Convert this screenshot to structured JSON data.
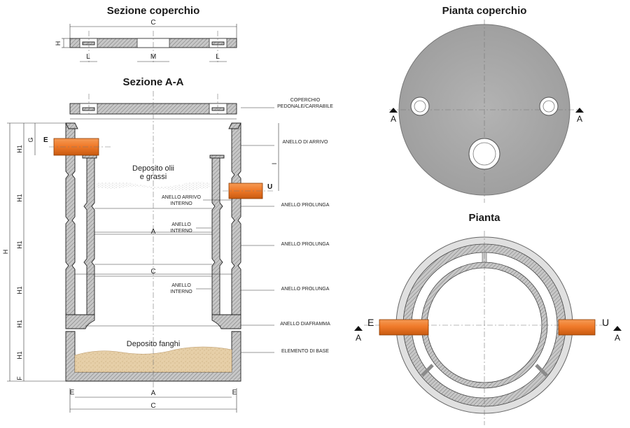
{
  "titles": {
    "cover_section": "Sezione coperchio",
    "cover_plan": "Pianta coperchio",
    "section_aa": "Sezione A-A",
    "plan": "Pianta"
  },
  "dims": {
    "C": "C",
    "H": "H",
    "L": "L",
    "M": "M",
    "A": "A",
    "E": "E",
    "F": "F",
    "G": "G",
    "H1": "H1",
    "I": "I",
    "U": "U"
  },
  "pipes": {
    "inlet": "E",
    "outlet": "U"
  },
  "cut_mark": "A",
  "section_labels": {
    "oil": [
      "Deposito olii",
      "e grassi"
    ],
    "sludge": "Deposito fanghi",
    "inner_inlet_ring": [
      "ANELLO ARRIVO",
      "INTERNO"
    ],
    "inner_ring_1": [
      "ANELLO",
      "INTERNO"
    ],
    "inner_ring_2": [
      "ANELLO",
      "INTERNO"
    ]
  },
  "callouts": {
    "cover": [
      "COPERCHIO",
      "PEDONALE/CARRABILE"
    ],
    "inlet_ring": "ANELLO DI ARRIVO",
    "extension_1": "ANELLO PROLUNGA",
    "extension_2": "ANELLO PROLUNGA",
    "extension_3": "ANELLO PROLUNGA",
    "diaphragm": "ANELLO DIAFRAMMA",
    "base": "ELEMENTO DI BASE"
  },
  "colors": {
    "pipe": "#f07a2a",
    "concrete": "#a9a9a9",
    "sludge": "#e6cfa8"
  }
}
